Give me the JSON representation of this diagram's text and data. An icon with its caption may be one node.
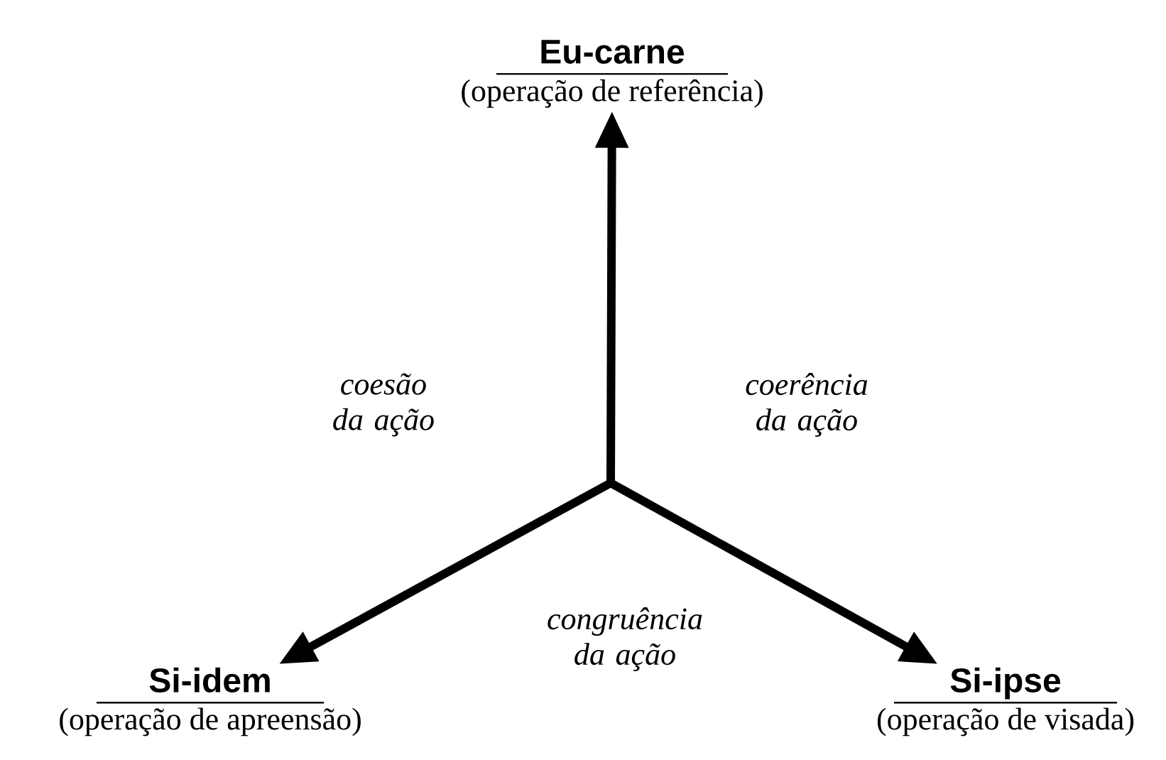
{
  "diagram": {
    "nodes": [
      {
        "text": [
          "Eu-carne",
          "(operação de referência)"
        ]
      },
      {
        "text": [
          "Si-idem",
          "(operação de apreensão)"
        ]
      },
      {
        "text": [
          "Si-ipse",
          "(operação de visada)"
        ]
      }
    ],
    "edges": [
      {
        "from": null,
        "to": 0,
        "arrow": "to"
      },
      {
        "from": null,
        "to": 1,
        "arrow": "to"
      },
      {
        "from": null,
        "to": 2,
        "arrow": "to"
      }
    ],
    "labels": [
      "coesão da ação",
      "coerência da ação",
      "congruência da ação"
    ]
  }
}
